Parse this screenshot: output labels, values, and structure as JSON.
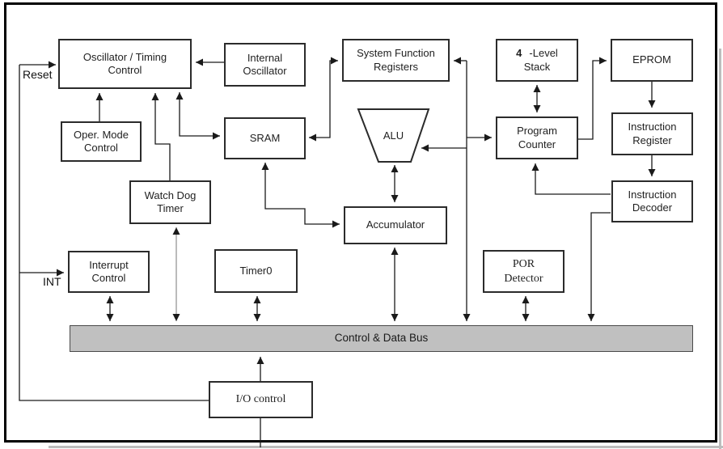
{
  "blocks": {
    "oscillator": {
      "line1": "Oscillator / Timing",
      "line2": "Control"
    },
    "internal_oscillator": {
      "line1": "Internal",
      "line2": "Oscillator"
    },
    "system_function_registers": {
      "line1": "System Function",
      "line2": "Registers"
    },
    "stack": {
      "num": "4",
      "level": "-Level",
      "line2": "Stack"
    },
    "eprom": {
      "label": "EPROM"
    },
    "oper_mode": {
      "line1": "Oper. Mode",
      "line2": "Control"
    },
    "sram": {
      "label": "SRAM"
    },
    "alu": {
      "label": "ALU"
    },
    "program_counter": {
      "line1": "Program",
      "line2": "Counter"
    },
    "instruction_register": {
      "line1": "Instruction",
      "line2": "Register"
    },
    "instruction_decoder": {
      "line1": "Instruction",
      "line2": "Decoder"
    },
    "watch_dog_timer": {
      "line1": "Watch Dog",
      "line2": "Timer"
    },
    "accumulator": {
      "label": "Accumulator"
    },
    "interrupt_control": {
      "line1": "Interrupt",
      "line2": "Control"
    },
    "timer0": {
      "label": "Timer0"
    },
    "por_detector": {
      "line1": "POR",
      "line2": "Detector"
    },
    "io_control": {
      "label": "I/O control"
    },
    "bus": {
      "label": "Control & Data Bus"
    }
  },
  "annotations": {
    "reset": "Reset",
    "int": "INT"
  },
  "colors": {
    "line": "#1a1a1a",
    "bus_fill": "#c0c0c0",
    "box_bg": "#ffffff",
    "box_border": "#2b2b2b"
  }
}
